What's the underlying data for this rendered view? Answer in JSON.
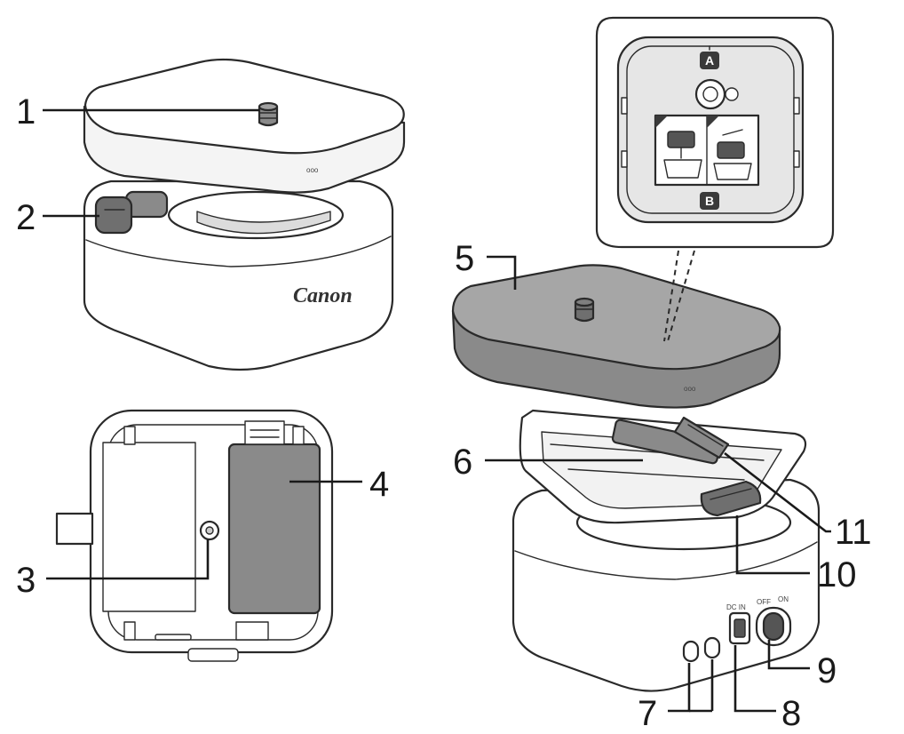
{
  "callouts": [
    {
      "id": "1",
      "label": "1"
    },
    {
      "id": "2",
      "label": "2"
    },
    {
      "id": "3",
      "label": "3"
    },
    {
      "id": "4",
      "label": "4"
    },
    {
      "id": "5",
      "label": "5"
    },
    {
      "id": "6",
      "label": "6"
    },
    {
      "id": "7",
      "label": "7"
    },
    {
      "id": "8",
      "label": "8"
    },
    {
      "id": "9",
      "label": "9"
    },
    {
      "id": "10",
      "label": "10"
    },
    {
      "id": "11",
      "label": "11"
    }
  ],
  "brand": "Canon",
  "plate_markings": {
    "top": "A",
    "bottom": "B"
  },
  "port_labels": {
    "dc_in": "DC IN",
    "off": "OFF",
    "on": "ON"
  },
  "colors": {
    "outline": "#2a2a2a",
    "housing_fill": "#ffffff",
    "grey_plate": "#999999",
    "dark_part": "#555555",
    "detail_panel": "#e6e6e6"
  }
}
